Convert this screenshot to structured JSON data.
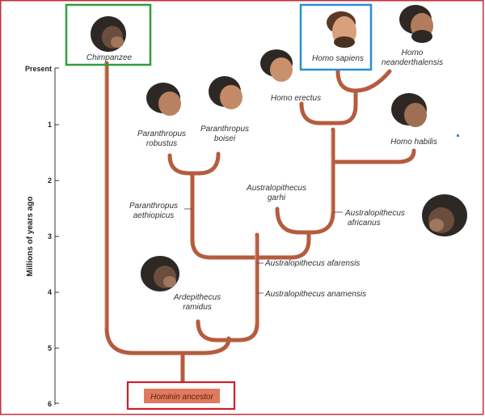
{
  "axis": {
    "title": "Millions of years ago",
    "ticks": [
      "Present",
      "1",
      "2",
      "3",
      "4",
      "5",
      "6"
    ]
  },
  "taxa": {
    "chimpanzee": "Chimpanzee",
    "homo_sapiens": "Homo sapiens",
    "homo_neanderthalensis_1": "Homo",
    "homo_neanderthalensis_2": "neanderthalensis",
    "homo_erectus": "Homo erectus",
    "homo_habilis": "Homo habilis",
    "p_robustus_1": "Paranthropus",
    "p_robustus_2": "robustus",
    "p_boisei_1": "Paranthropus",
    "p_boisei_2": "boisei",
    "p_aethiopicus_1": "Paranthropus",
    "p_aethiopicus_2": "aethiopicus",
    "a_garhi_1": "Australopithecus",
    "a_garhi_2": "garhi",
    "a_africanus_1": "Australopithecus",
    "a_africanus_2": "africanus",
    "a_afarensis": "Australopithecus afarensis",
    "a_anamensis": "Australopithecus anamensis",
    "ardipithecus_1": "Ardepithecus",
    "ardipithecus_2": "ramidus",
    "ancestor": "Hominin ancestor"
  },
  "colors": {
    "branch": "#b55c3f",
    "chimp_box": "#2f9e3f",
    "sapiens_box": "#2a8fd4",
    "ancestor_box": "#d0202a",
    "ancestor_fill": "#e07a5f",
    "frame": "#c4303a"
  },
  "icons": [
    "chimpanzee-head-icon",
    "human-head-icon"
  ]
}
